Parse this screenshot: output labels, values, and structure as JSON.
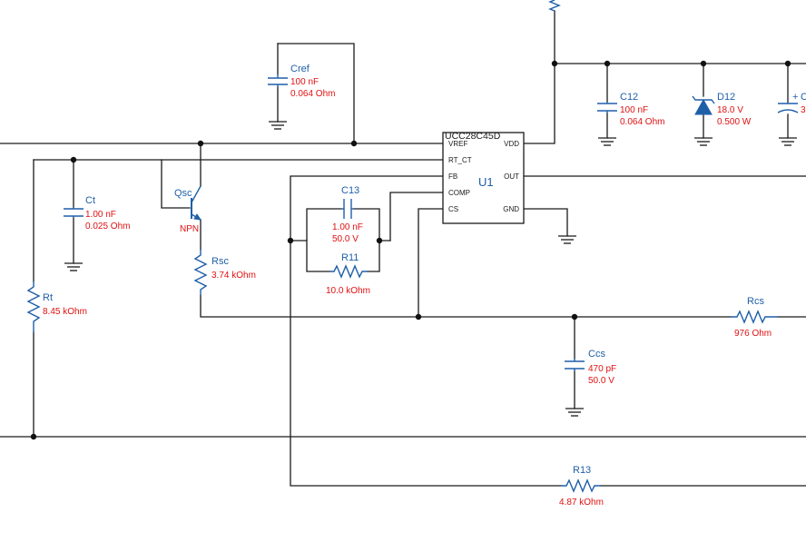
{
  "colors": {
    "component": "#1f5fa8",
    "value": "#e01010",
    "wire": "#1a1a1a"
  },
  "ic": {
    "part": "UCC28C45D",
    "ref": "U1",
    "pins": {
      "vref": "VREF",
      "rt_ct": "RT_CT",
      "fb": "FB",
      "comp": "COMP",
      "cs": "CS",
      "vdd": "VDD",
      "out": "OUT",
      "gnd": "GND"
    }
  },
  "components": {
    "cref": {
      "ref": "Cref",
      "value": "100 nF",
      "esr": "0.064 Ohm"
    },
    "c12": {
      "ref": "C12",
      "value": "100 nF",
      "esr": "0.064 Ohm"
    },
    "d12": {
      "ref": "D12",
      "value": "18.0 V",
      "power": "0.500 W"
    },
    "c_partial": {
      "ref": "C",
      "value": "3",
      "plus": "+"
    },
    "ct": {
      "ref": "Ct",
      "value": "1.00 nF",
      "esr": "0.025 Ohm"
    },
    "qsc": {
      "ref": "Qsc",
      "type": "NPN"
    },
    "rsc": {
      "ref": "Rsc",
      "value": "3.74 kOhm"
    },
    "rt": {
      "ref": "Rt",
      "value": "8.45 kOhm"
    },
    "c13": {
      "ref": "C13",
      "value": "1.00 nF",
      "voltage": "50.0 V"
    },
    "r11": {
      "ref": "R11",
      "value": "10.0 kOhm"
    },
    "rcs": {
      "ref": "Rcs",
      "value": "976 Ohm"
    },
    "ccs": {
      "ref": "Ccs",
      "value": "470 pF",
      "voltage": "50.0 V"
    },
    "r13": {
      "ref": "R13",
      "value": "4.87 kOhm"
    }
  }
}
